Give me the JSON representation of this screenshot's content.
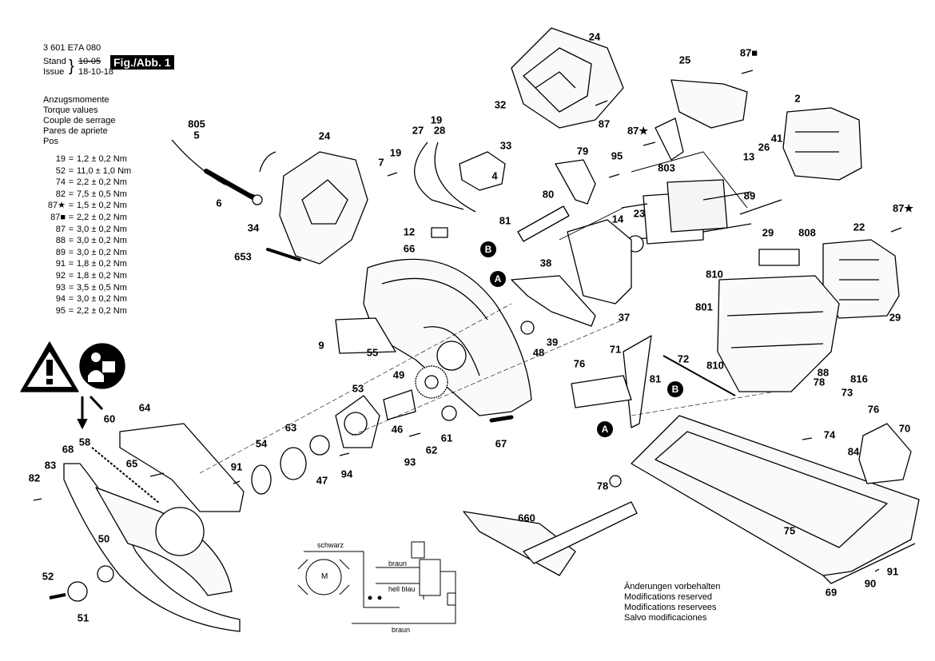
{
  "header": {
    "part_number": "3 601 E7A 080",
    "stand_label": "Stand",
    "issue_label": "Issue",
    "old_date": "10-05",
    "new_date": "18-10-18",
    "figure_label": "Fig./Abb. 1"
  },
  "torque_headings": [
    "Anzugsmomente",
    "Torque values",
    "Couple de serrage",
    "Pares de apriete",
    "Pos"
  ],
  "torque_rows": [
    {
      "pos": "19",
      "value": "1,2 ± 0,2 Nm"
    },
    {
      "pos": "52",
      "value": "11,0 ± 1,0 Nm"
    },
    {
      "pos": "74",
      "value": "2,2 ± 0,2 Nm"
    },
    {
      "pos": "82",
      "value": "7,5 ± 0,5 Nm"
    },
    {
      "pos": "87★",
      "value": "1,5 ± 0,2 Nm"
    },
    {
      "pos": "87■",
      "value": "2,2 ± 0,2 Nm"
    },
    {
      "pos": "87",
      "value": "3,0 ± 0,2 Nm"
    },
    {
      "pos": "88",
      "value": "3,0 ± 0,2 Nm"
    },
    {
      "pos": "89",
      "value": "3,0 ± 0,2 Nm"
    },
    {
      "pos": "91",
      "value": "1,8 ± 0,2 Nm"
    },
    {
      "pos": "92",
      "value": "1,8 ± 0,2 Nm"
    },
    {
      "pos": "93",
      "value": "3,5 ± 0,5 Nm"
    },
    {
      "pos": "94",
      "value": "3,0 ± 0,2 Nm"
    },
    {
      "pos": "95",
      "value": "2,2 ± 0,2 Nm"
    }
  ],
  "equals_sign": "=",
  "part_labels": [
    "24",
    "87■",
    "25",
    "2",
    "32",
    "87",
    "87★",
    "33",
    "19",
    "805",
    "5",
    "24",
    "27",
    "28",
    "7",
    "19",
    "79",
    "95",
    "4",
    "13",
    "26",
    "41",
    "803",
    "80",
    "89",
    "6",
    "34",
    "12",
    "81",
    "14",
    "23",
    "87★",
    "653",
    "29",
    "808",
    "22",
    "66",
    "810",
    "38",
    "A",
    "801",
    "37",
    "29",
    "9",
    "39",
    "48",
    "71",
    "72",
    "55",
    "76",
    "88",
    "810",
    "816",
    "49",
    "81",
    "78",
    "73",
    "53",
    "B",
    "76",
    "64",
    "A",
    "70",
    "60",
    "46",
    "61",
    "68",
    "58",
    "63",
    "54",
    "62",
    "74",
    "67",
    "83",
    "65",
    "93",
    "84",
    "82",
    "91",
    "47",
    "94",
    "78",
    "660",
    "50",
    "75",
    "52",
    "91",
    "90",
    "51",
    "69"
  ],
  "badges": [
    "B",
    "A",
    "B",
    "A"
  ],
  "wiring": {
    "wire_labels": [
      "schwarz",
      "braun",
      "hell blau",
      "braun"
    ],
    "motor_label": "M"
  },
  "notes": [
    "Änderungen vorbehalten",
    "Modifications reserved",
    "Modifications reservees",
    "Salvo modificaciones"
  ],
  "icons": [
    "warning-triangle-icon",
    "read-manual-icon",
    "exploded-circular-saw-drawing"
  ]
}
